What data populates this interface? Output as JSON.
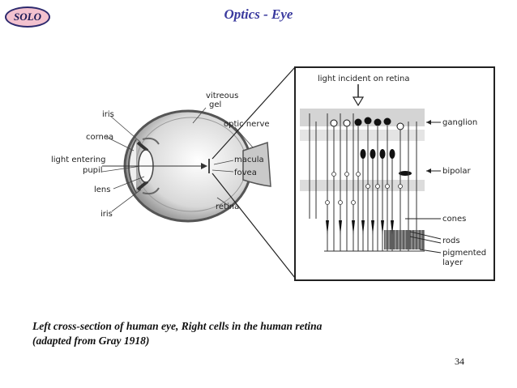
{
  "header": {
    "badge": "SOLO",
    "title": "Optics - Eye"
  },
  "eye_labels": {
    "vitreous_gel": [
      "vitreous",
      "gel"
    ],
    "iris_top": "iris",
    "cornea": "cornea",
    "optic_nerve": "optic nerve",
    "light_entering": "light entering",
    "pupil": "pupil",
    "macula": "macula",
    "fovea": "fovea",
    "lens": "lens",
    "iris_bottom": "iris",
    "retina": "retina"
  },
  "retina_labels": {
    "light_incident": "light incident on retina",
    "ganglion": "ganglion",
    "bipolar": "bipolar",
    "cones": "cones",
    "rods": "rods",
    "pigmented_layer": [
      "pigmented",
      "layer"
    ]
  },
  "caption": {
    "line1": "Left cross-section of human eye, Right cells in the human retina",
    "line2": "(adapted from Gray 1918)"
  },
  "page_number": "34"
}
